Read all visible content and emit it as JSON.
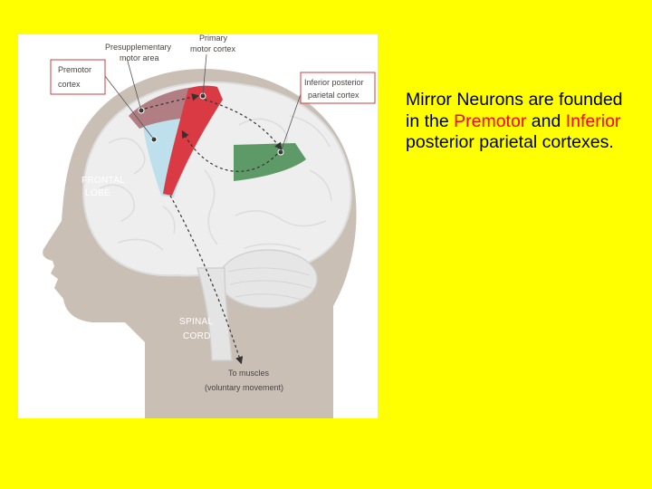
{
  "diagram": {
    "labels": {
      "presupplementary": [
        "Presupplementary",
        "motor area"
      ],
      "primary": [
        "Primary",
        "motor cortex"
      ],
      "premotor": [
        "Premotor",
        "cortex"
      ],
      "inferior": [
        "Inferior posterior",
        "parietal cortex"
      ],
      "frontal": [
        "FRONTAL",
        "LOBE"
      ],
      "spinal": [
        "SPINAL",
        "CORD"
      ],
      "muscles": [
        "To muscles",
        "(voluntary movement)"
      ]
    },
    "colors": {
      "head": "#c9bfb5",
      "brain": "#eeeeee",
      "premotor": "#a46a70",
      "primary_motor": "#d93a44",
      "presupplementary": "#bde0ec",
      "parietal": "#5e9a68",
      "label_box": "#c94040"
    }
  },
  "caption": {
    "part1": "Mirror Neurons are founded in the",
    "highlight1": "Premotor",
    "part2": "and",
    "highlight2": "Inferior",
    "part3": "posterior parietal cortexes."
  }
}
